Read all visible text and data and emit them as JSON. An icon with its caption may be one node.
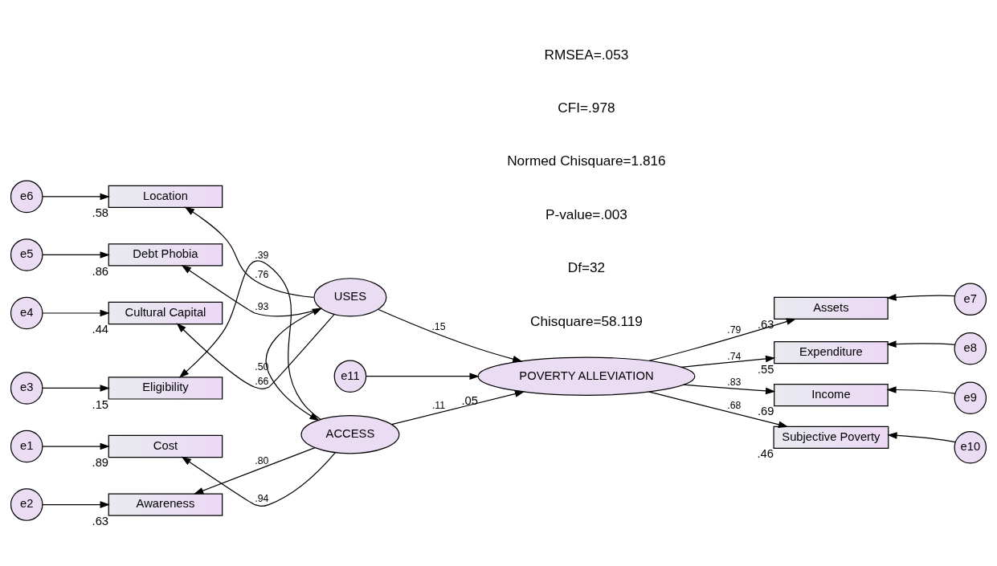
{
  "diagram": {
    "nodes": [
      {
        "text": [
          "e3"
        ]
      },
      {
        "text": [
          "Eligibility"
        ],
        "beside": [
          ".15"
        ]
      },
      {
        "text": [
          "e2"
        ]
      },
      {
        "text": [
          "Awareness"
        ],
        "beside": [
          ".63"
        ]
      },
      {
        "text": [
          "e1"
        ]
      },
      {
        "text": [
          "Cost"
        ],
        "beside": [
          ".89"
        ]
      },
      {
        "text": [
          "ACCESS"
        ]
      },
      {
        "text": [
          "e11"
        ]
      },
      {
        "text": [
          "POVERTY ALLEVIATION"
        ],
        "beside": [
          ".05"
        ]
      },
      {
        "text": [
          "Assets"
        ],
        "beside": [
          ".63"
        ]
      },
      {
        "text": [
          "e7"
        ]
      },
      {
        "text": [
          "Expenditure"
        ],
        "beside": [
          ".55"
        ]
      },
      {
        "text": [
          "e8"
        ]
      },
      {
        "text": [
          "Income"
        ],
        "beside": [
          ".69"
        ]
      },
      {
        "text": [
          "e9"
        ]
      },
      {
        "text": [
          "Subjective Poverty"
        ],
        "beside": [
          ".46"
        ]
      },
      {
        "text": [
          "e10"
        ]
      },
      {
        "text": [
          "e6"
        ]
      },
      {
        "text": [
          "Location"
        ],
        "beside": [
          ".58"
        ]
      },
      {
        "text": [
          "e5"
        ]
      },
      {
        "text": [
          "Debt Phobia"
        ],
        "beside": [
          ".86"
        ]
      },
      {
        "text": [
          "e4"
        ]
      },
      {
        "text": [
          "Cultural Capital"
        ],
        "beside": [
          ".44"
        ]
      },
      {
        "text": [
          "USES"
        ]
      }
    ],
    "edges": [
      {
        "from": 0,
        "to": 1,
        "arrow": "to"
      },
      {
        "from": 6,
        "to": 1,
        "arrow": "to",
        "label": ".39"
      },
      {
        "from": 2,
        "to": 3,
        "arrow": "to"
      },
      {
        "from": 6,
        "to": 3,
        "arrow": "to",
        "label": ".80"
      },
      {
        "from": 4,
        "to": 5,
        "arrow": "to"
      },
      {
        "from": 6,
        "to": 5,
        "arrow": "to",
        "label": ".94"
      },
      {
        "from": 6,
        "to": 23,
        "arrow": "both",
        "label": ".50"
      },
      {
        "from": 6,
        "to": 8,
        "arrow": "to",
        "label": ".11"
      },
      {
        "from": 23,
        "to": 8,
        "arrow": "to",
        "label": ".15"
      },
      {
        "from": 7,
        "to": 8,
        "arrow": "to"
      },
      {
        "from": 8,
        "to": 9,
        "arrow": "to",
        "label": ".79"
      },
      {
        "from": 10,
        "to": 9,
        "arrow": "to"
      },
      {
        "from": 8,
        "to": 11,
        "arrow": "to",
        "label": ".74"
      },
      {
        "from": 12,
        "to": 11,
        "arrow": "to"
      },
      {
        "from": 8,
        "to": 13,
        "arrow": "to",
        "label": ".83"
      },
      {
        "from": 14,
        "to": 13,
        "arrow": "to"
      },
      {
        "from": 8,
        "to": 15,
        "arrow": "to",
        "label": ".68"
      },
      {
        "from": 16,
        "to": 15,
        "arrow": "to"
      },
      {
        "from": 23,
        "to": 18,
        "arrow": "to",
        "label": ".76"
      },
      {
        "from": 17,
        "to": 18,
        "arrow": "to"
      },
      {
        "from": 23,
        "to": 20,
        "arrow": "to",
        "label": ".93"
      },
      {
        "from": 19,
        "to": 20,
        "arrow": "to"
      },
      {
        "from": 23,
        "to": 22,
        "arrow": "to",
        "label": ".66"
      },
      {
        "from": 21,
        "to": 22,
        "arrow": "to"
      }
    ],
    "labels": [
      "Chisquare=58.119",
      "Df=32",
      "P-value=.003",
      "Normed Chisquare=1.816",
      "CFI=.978",
      "RMSEA=.053"
    ]
  }
}
